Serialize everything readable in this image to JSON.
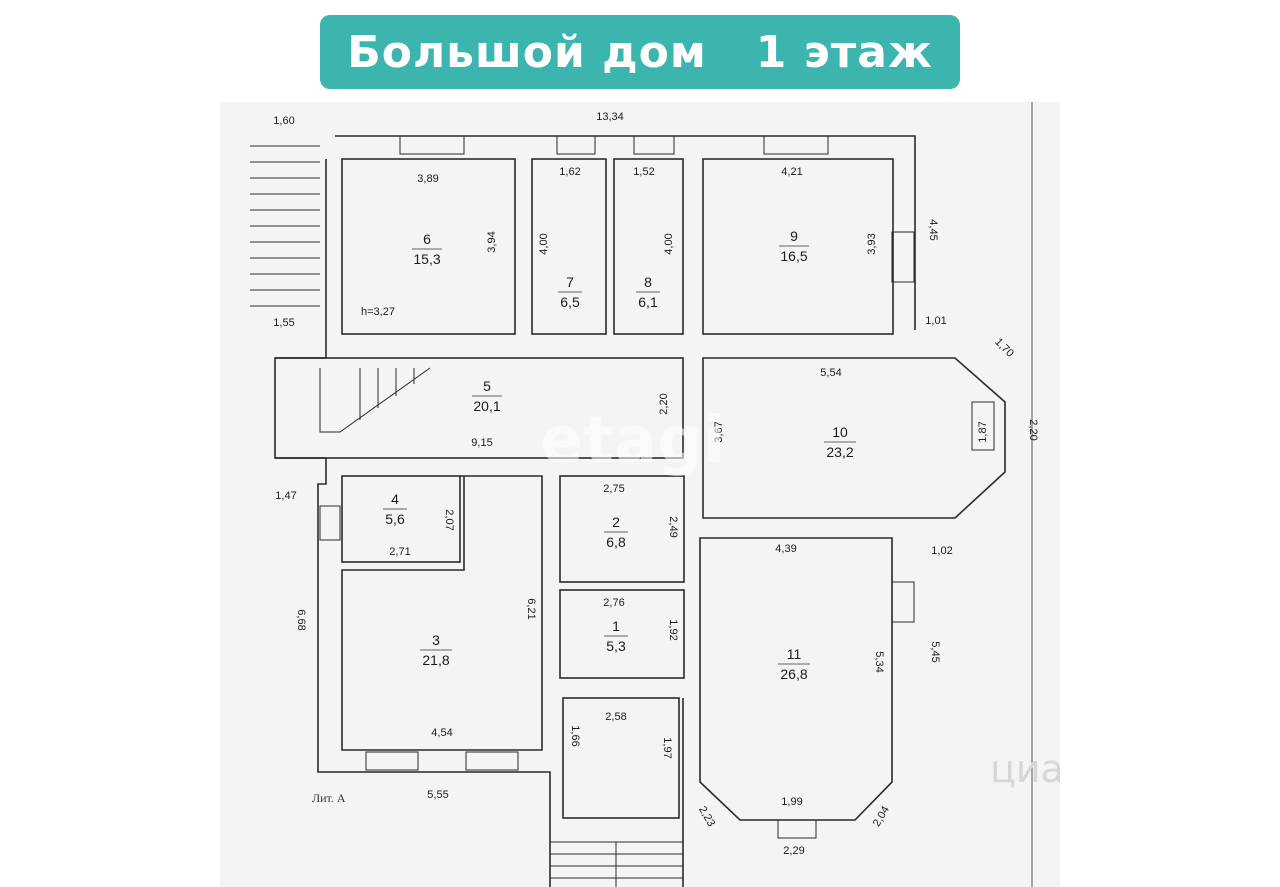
{
  "title": "Большой дом   1 этаж",
  "rooms": [
    {
      "number": "1",
      "area": "5,3"
    },
    {
      "number": "2",
      "area": "6,8"
    },
    {
      "number": "3",
      "area": "21,8"
    },
    {
      "number": "4",
      "area": "5,6"
    },
    {
      "number": "5",
      "area": "20,1"
    },
    {
      "number": "6",
      "area": "15,3"
    },
    {
      "number": "7",
      "area": "6,5"
    },
    {
      "number": "8",
      "area": "6,1"
    },
    {
      "number": "9",
      "area": "16,5"
    },
    {
      "number": "10",
      "area": "23,2"
    },
    {
      "number": "11",
      "area": "26,8"
    }
  ],
  "dimensions": {
    "top_total": "13,34",
    "d_160": "1,60",
    "d_389": "3,89",
    "d_394": "3,94",
    "d_162": "1,62",
    "d_152": "1,52",
    "d_400a": "4,00",
    "d_400b": "4,00",
    "d_421": "4,21",
    "d_393": "3,93",
    "d_445": "4,45",
    "height": "h=3,27",
    "d_155": "1,55",
    "d_101": "1,01",
    "d_170": "1,70",
    "d_554": "5,54",
    "d_220a": "2,20",
    "d_367": "3,67",
    "d_187": "1,87",
    "d_220b": "2,20",
    "d_915": "9,15",
    "d_147": "1,47",
    "d_275": "2,75",
    "d_207": "2,07",
    "d_249": "2,49",
    "d_271": "2,71",
    "d_439": "4,39",
    "d_102": "1,02",
    "d_668": "6,68",
    "d_621": "6,21",
    "d_276": "2,76",
    "d_192": "1,92",
    "d_534": "5,34",
    "d_545": "5,45",
    "d_258": "2,58",
    "d_166": "1,66",
    "d_197": "1,97",
    "d_454": "4,54",
    "d_555": "5,55",
    "d_199": "1,99",
    "d_223": "2,23",
    "d_204": "2,04",
    "d_229": "2,29"
  },
  "lit_label": "Лит. А",
  "watermarks": {
    "etagi": "etagi",
    "cian": "циан"
  }
}
